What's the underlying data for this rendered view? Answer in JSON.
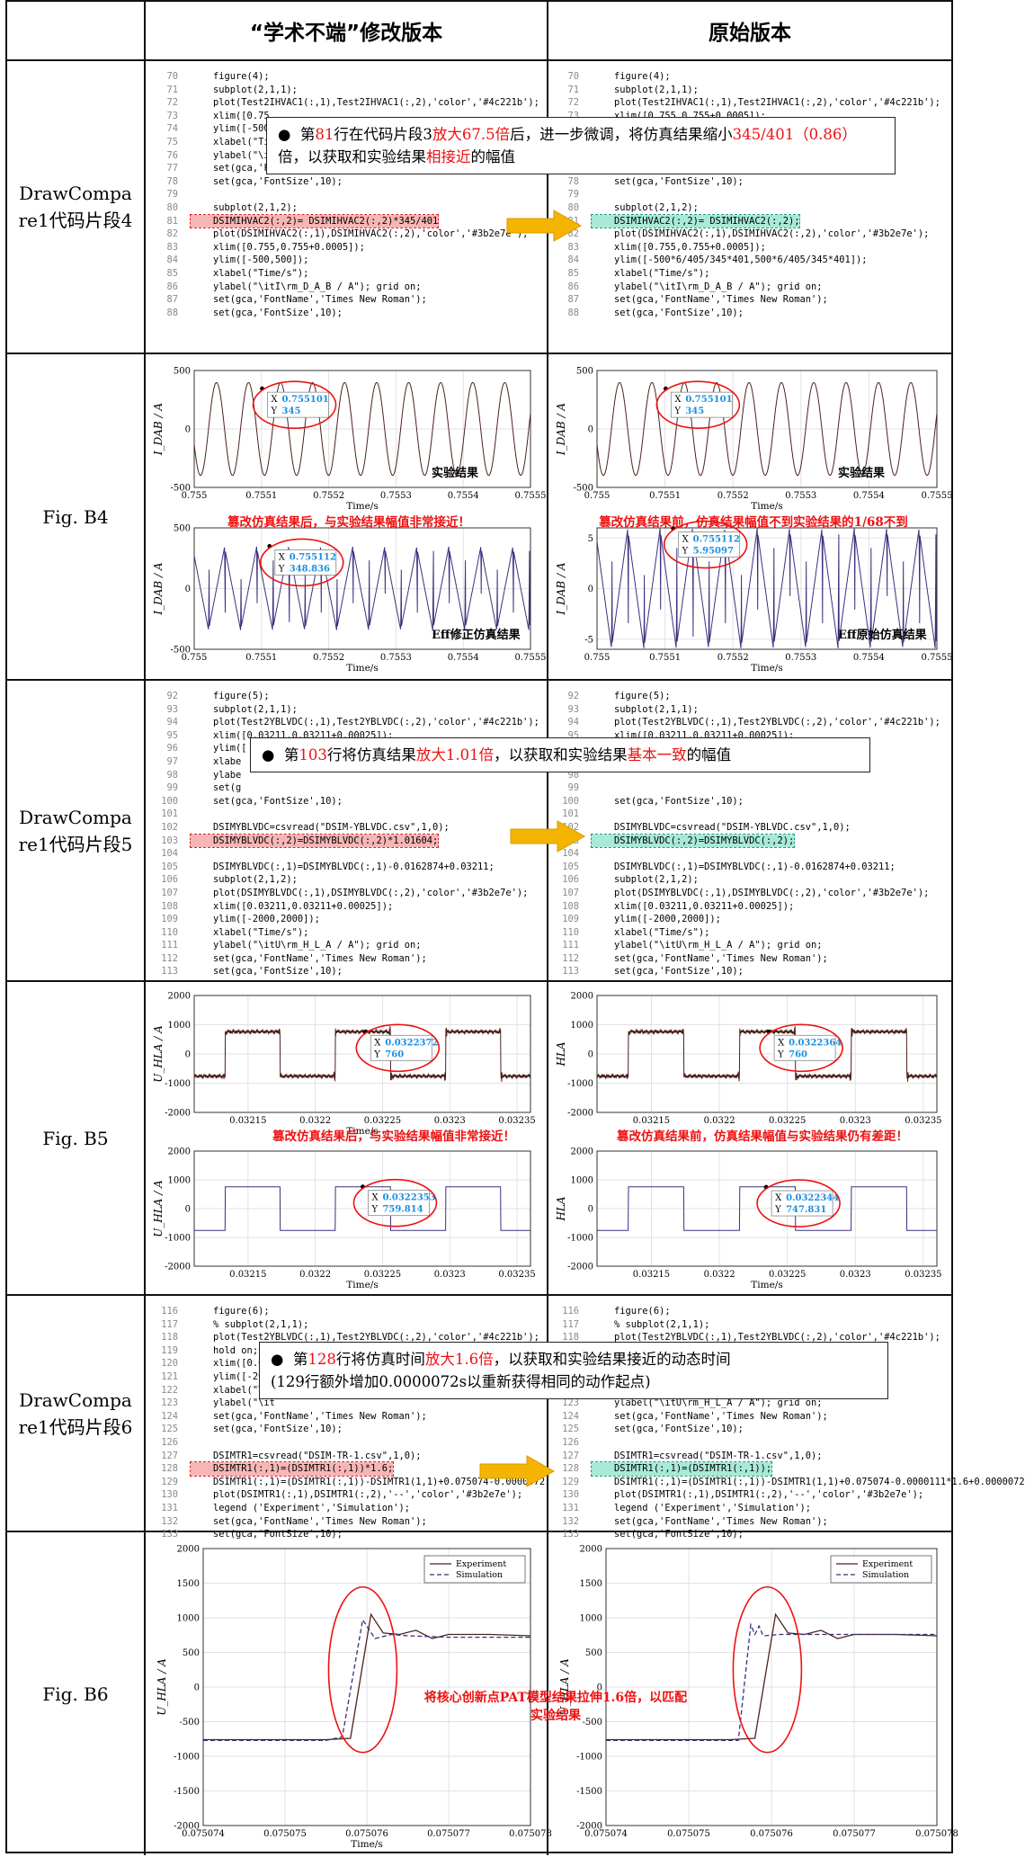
{
  "headers": {
    "modified": "“学术不端”修改版本",
    "original": "原始版本"
  },
  "rows": [
    {
      "label": "DrawCompare1代码片段4"
    },
    {
      "label": "Fig. B4"
    },
    {
      "label": "DrawCompare1代码片段5"
    },
    {
      "label": "Fig. B5"
    },
    {
      "label": "DrawCompare1代码片段6"
    },
    {
      "label": "Fig. B6"
    }
  ],
  "code4": {
    "left": [
      {
        "n": "70",
        "t": "    figure(4);"
      },
      {
        "n": "71",
        "t": "    subplot(2,1,1);"
      },
      {
        "n": "72",
        "t": "    plot(Test2IHVAC1(:,1),Test2IHVAC1(:,2),'color','#4c221b');"
      },
      {
        "n": "73",
        "t": "    xlim([0.75"
      },
      {
        "n": "74",
        "t": "    ylim([-500"
      },
      {
        "n": "75",
        "t": "    xlabel(\"Tim"
      },
      {
        "n": "76",
        "t": "    ylabel(\"\\i"
      },
      {
        "n": "77",
        "t": "    set(gca,'F"
      },
      {
        "n": "78",
        "t": "    set(gca,'FontSize',10);"
      },
      {
        "n": "79",
        "t": ""
      },
      {
        "n": "80",
        "t": "    subplot(2,1,2);"
      },
      {
        "n": "81",
        "t": "    DSIMIHVAC2(:,2)= DSIMIHVAC2(:,2)*345/401",
        "hl": "r"
      },
      {
        "n": "82",
        "t": "    plot(DSIMIHVAC2(:,1),DSIMIHVAC2(:,2),'color','#3b2e7e');"
      },
      {
        "n": "83",
        "t": "    xlim([0.755,0.755+0.0005]);"
      },
      {
        "n": "84",
        "t": "    ylim([-500,500]);"
      },
      {
        "n": "85",
        "t": "    xlabel(\"Time/s\");"
      },
      {
        "n": "86",
        "t": "    ylabel(\"\\itI\\rm_D_A_B / A\"); grid on;"
      },
      {
        "n": "87",
        "t": "    set(gca,'FontName','Times New Roman');"
      },
      {
        "n": "88",
        "t": "    set(gca,'FontSize',10);"
      }
    ],
    "right": [
      {
        "n": "70",
        "t": "    figure(4);"
      },
      {
        "n": "71",
        "t": "    subplot(2,1,1);"
      },
      {
        "n": "72",
        "t": "    plot(Test2IHVAC1(:,1),Test2IHVAC1(:,2),'color','#4c221b');"
      },
      {
        "n": "73",
        "t": "    xlim([0.755,0.755+0.0005]);"
      },
      {
        "n": "74",
        "t": ""
      },
      {
        "n": "75",
        "t": ""
      },
      {
        "n": "76",
        "t": ""
      },
      {
        "n": "77",
        "t": ""
      },
      {
        "n": "78",
        "t": "    set(gca,'FontSize',10);"
      },
      {
        "n": "79",
        "t": ""
      },
      {
        "n": "80",
        "t": "    subplot(2,1,2);"
      },
      {
        "n": "81",
        "t": "    DSIMIHVAC2(:,2)= DSIMIHVAC2(:,2);",
        "hl": "g"
      },
      {
        "n": "82",
        "t": "    plot(DSIMIHVAC2(:,1),DSIMIHVAC2(:,2),'color','#3b2e7e');"
      },
      {
        "n": "83",
        "t": "    xlim([0.755,0.755+0.0005]);"
      },
      {
        "n": "84",
        "t": "    ylim([-500*6/405/345*401,500*6/405/345*401]);"
      },
      {
        "n": "85",
        "t": "    xlabel(\"Time/s\");"
      },
      {
        "n": "86",
        "t": "    ylabel(\"\\itI\\rm_D_A_B / A\"); grid on;"
      },
      {
        "n": "87",
        "t": "    set(gca,'FontName','Times New Roman');"
      },
      {
        "n": "88",
        "t": "    set(gca,'FontSize',10);"
      }
    ],
    "callout": {
      "p1": "第",
      "n1": "81",
      "p2": "行在代码片段3",
      "r1": "放大67.5倍",
      "p3": "后，进一步微调，将仿真结果缩小",
      "r2": "345/401（0.86）",
      "p4": "倍，以获取和实验结果",
      "r3": "相接近",
      "p5": "的幅值"
    }
  },
  "code5": {
    "left": [
      {
        "n": "92",
        "t": "    figure(5);"
      },
      {
        "n": "93",
        "t": "    subplot(2,1,1);"
      },
      {
        "n": "94",
        "t": "    plot(Test2YBLVDC(:,1),Test2YBLVDC(:,2),'color','#4c221b');"
      },
      {
        "n": "95",
        "t": "    xlim([0.03211,0.03211+0.00025]);"
      },
      {
        "n": "96",
        "t": "    ylim(["
      },
      {
        "n": "97",
        "t": "    xlabe"
      },
      {
        "n": "98",
        "t": "    ylabe"
      },
      {
        "n": "99",
        "t": "    set(g"
      },
      {
        "n": "100",
        "t": "    set(gca,'FontSize',10);"
      },
      {
        "n": "101",
        "t": ""
      },
      {
        "n": "102",
        "t": "    DSIMYBLVDC=csvread(\"DSIM-YBLVDC.csv\",1,0);"
      },
      {
        "n": "103",
        "t": "    DSIMYBLVDC(:,2)=DSIMYBLVDC(:,2)*1.01604;",
        "hl": "r"
      },
      {
        "n": "104",
        "t": ""
      },
      {
        "n": "105",
        "t": "    DSIMYBLVDC(:,1)=DSIMYBLVDC(:,1)-0.0162874+0.03211;"
      },
      {
        "n": "106",
        "t": "    subplot(2,1,2);"
      },
      {
        "n": "107",
        "t": "    plot(DSIMYBLVDC(:,1),DSIMYBLVDC(:,2),'color','#3b2e7e');"
      },
      {
        "n": "108",
        "t": "    xlim([0.03211,0.03211+0.00025]);"
      },
      {
        "n": "109",
        "t": "    ylim([-2000,2000]);"
      },
      {
        "n": "110",
        "t": "    xlabel(\"Time/s\");"
      },
      {
        "n": "111",
        "t": "    ylabel(\"\\itU\\rm_H_L_A / A\"); grid on;"
      },
      {
        "n": "112",
        "t": "    set(gca,'FontName','Times New Roman');"
      },
      {
        "n": "113",
        "t": "    set(gca,'FontSize',10);"
      }
    ],
    "right": [
      {
        "n": "92",
        "t": "    figure(5);"
      },
      {
        "n": "93",
        "t": "    subplot(2,1,1);"
      },
      {
        "n": "94",
        "t": "    plot(Test2YBLVDC(:,1),Test2YBLVDC(:,2),'color','#4c221b');"
      },
      {
        "n": "95",
        "t": "    xlim([0.03211,0.03211+0.00025]);"
      },
      {
        "n": "96",
        "t": ""
      },
      {
        "n": "97",
        "t": ""
      },
      {
        "n": "98",
        "t": ""
      },
      {
        "n": "99",
        "t": ""
      },
      {
        "n": "100",
        "t": "    set(gca,'FontSize',10);"
      },
      {
        "n": "101",
        "t": ""
      },
      {
        "n": "102",
        "t": "    DSIMYBLVDC=csvread(\"DSIM-YBLVDC.csv\",1,0);"
      },
      {
        "n": "103",
        "t": "    DSIMYBLVDC(:,2)=DSIMYBLVDC(:,2);",
        "hl": "g"
      },
      {
        "n": "104",
        "t": ""
      },
      {
        "n": "105",
        "t": "    DSIMYBLVDC(:,1)=DSIMYBLVDC(:,1)-0.0162874+0.03211;"
      },
      {
        "n": "106",
        "t": "    subplot(2,1,2);"
      },
      {
        "n": "107",
        "t": "    plot(DSIMYBLVDC(:,1),DSIMYBLVDC(:,2),'color','#3b2e7e');"
      },
      {
        "n": "108",
        "t": "    xlim([0.03211,0.03211+0.00025]);"
      },
      {
        "n": "109",
        "t": "    ylim([-2000,2000]);"
      },
      {
        "n": "110",
        "t": "    xlabel(\"Time/s\");"
      },
      {
        "n": "111",
        "t": "    ylabel(\"\\itU\\rm_H_L_A / A\"); grid on;"
      },
      {
        "n": "112",
        "t": "    set(gca,'FontName','Times New Roman');"
      },
      {
        "n": "113",
        "t": "    set(gca,'FontSize',10);"
      }
    ],
    "callout": {
      "p1": "第",
      "n1": "103",
      "p2": "行将仿真结果",
      "r1": "放大1.01倍",
      "p3": "，以获取和实验结果",
      "r2": "基本一致",
      "p4": "的幅值"
    }
  },
  "code6": {
    "left": [
      {
        "n": "116",
        "t": "    figure(6);"
      },
      {
        "n": "117",
        "t": "    % subplot(2,1,1);"
      },
      {
        "n": "118",
        "t": "    plot(Test2YBLVDC(:,1),Test2YBLVDC(:,2),'color','#4c221b');"
      },
      {
        "n": "119",
        "t": "    hold on;"
      },
      {
        "n": "120",
        "t": "    xlim([0.07"
      },
      {
        "n": "121",
        "t": "    ylim([-200"
      },
      {
        "n": "122",
        "t": "    xlabel(\"Ti"
      },
      {
        "n": "123",
        "t": "    ylabel(\"\\it"
      },
      {
        "n": "124",
        "t": "    set(gca,'FontName','Times New Roman');"
      },
      {
        "n": "125",
        "t": "    set(gca,'FontSize',10);"
      },
      {
        "n": "126",
        "t": ""
      },
      {
        "n": "127",
        "t": "    DSIMTR1=csvread(\"DSIM-TR-1.csv\",1,0);"
      },
      {
        "n": "128",
        "t": "    DSIMTR1(:,1)=(DSIMTR1(:,1))*1.6;",
        "hl": "r"
      },
      {
        "n": "129",
        "t": "    DSIMTR1(:,1)=(DSIMTR1(:,1))-DSIMTR1(1,1)+0.075074-0.0000072;"
      },
      {
        "n": "130",
        "t": "    plot(DSIMTR1(:,1),DSIMTR1(:,2),'--','color','#3b2e7e');"
      },
      {
        "n": "131",
        "t": "    legend ('Experiment','Simulation');"
      },
      {
        "n": "132",
        "t": "    set(gca,'FontName','Times New Roman');"
      },
      {
        "n": "133",
        "t": "    set(gca,'FontSize',10);"
      }
    ],
    "right": [
      {
        "n": "116",
        "t": "    figure(6);"
      },
      {
        "n": "117",
        "t": "    % subplot(2,1,1);"
      },
      {
        "n": "118",
        "t": "    plot(Test2YBLVDC(:,1),Test2YBLVDC(:,2),'color','#4c221b');"
      },
      {
        "n": "119",
        "t": ""
      },
      {
        "n": "120",
        "t": ""
      },
      {
        "n": "121",
        "t": ""
      },
      {
        "n": "122",
        "t": ""
      },
      {
        "n": "123",
        "t": "    ylabel(\"\\itU\\rm_H_L_A / A\"); grid on;"
      },
      {
        "n": "124",
        "t": "    set(gca,'FontName','Times New Roman');"
      },
      {
        "n": "125",
        "t": "    set(gca,'FontSize',10);"
      },
      {
        "n": "126",
        "t": ""
      },
      {
        "n": "127",
        "t": "    DSIMTR1=csvread(\"DSIM-TR-1.csv\",1,0);"
      },
      {
        "n": "128",
        "t": "    DSIMTR1(:,1)=(DSIMTR1(:,1));",
        "hl": "g"
      },
      {
        "n": "129",
        "t": "    DSIMTR1(:,1)=(DSIMTR1(:,1))-DSIMTR1(1,1)+0.075074-0.0000111*1.6+0.0000072"
      },
      {
        "n": "130",
        "t": "    plot(DSIMTR1(:,1),DSIMTR1(:,2),'--','color','#3b2e7e');"
      },
      {
        "n": "131",
        "t": "    legend ('Experiment','Simulation');"
      },
      {
        "n": "132",
        "t": "    set(gca,'FontName','Times New Roman');"
      },
      {
        "n": "133",
        "t": "    set(gca,'FontSize',10);"
      }
    ],
    "callout": {
      "p1": "第",
      "n1": "128",
      "p2": "行将仿真时间",
      "r1": "放大1.6倍",
      "p3": "，以获取和实验结果接近的动态时间",
      "line2": "(129行额外增加0.0000072s以重新获得相同的动作起点)"
    }
  },
  "chart_data": [
    {
      "id": "b4-l-top",
      "type": "line",
      "xlim": [
        0.755,
        0.7555
      ],
      "ylim": [
        -500,
        500
      ],
      "xticks": [
        "0.755",
        "0.7551",
        "0.7552",
        "0.7553",
        "0.7554",
        "0.7555"
      ],
      "yticks": [
        "500",
        "0",
        "-500"
      ],
      "ylabel": "I_DAB / A",
      "xlabel": "Time/s",
      "color": "#4c221b",
      "annotation": "实验结果",
      "datatip": {
        "x": 0.755101,
        "y": 345,
        "xs": "0.755101",
        "ys": "345"
      }
    },
    {
      "id": "b4-l-bot",
      "type": "line",
      "xlim": [
        0.755,
        0.7555
      ],
      "ylim": [
        -500,
        500
      ],
      "xticks": [
        "0.755",
        "0.7551",
        "0.7552",
        "0.7553",
        "0.7554",
        "0.7555"
      ],
      "yticks": [
        "500",
        "0",
        "-500"
      ],
      "ylabel": "I_DAB / A",
      "xlabel": "Time/s",
      "color": "#3b2e7e",
      "annotation": "Eff修正仿真结果",
      "datatip": {
        "x": 0.755112,
        "y": 348.836,
        "xs": "0.755112",
        "ys": "348.836"
      }
    },
    {
      "id": "b4-r-top",
      "type": "line",
      "xlim": [
        0.755,
        0.7555
      ],
      "ylim": [
        -500,
        500
      ],
      "xticks": [
        "0.755",
        "0.7551",
        "0.7552",
        "0.7553",
        "0.7554",
        "0.7555"
      ],
      "yticks": [
        "500",
        "0",
        "-500"
      ],
      "ylabel": "I_DAB / A",
      "xlabel": "Time/s",
      "color": "#4c221b",
      "annotation": "实验结果",
      "datatip": {
        "x": 0.755101,
        "y": 345,
        "xs": "0.755101",
        "ys": "345"
      }
    },
    {
      "id": "b4-r-bot",
      "type": "line",
      "xlim": [
        0.755,
        0.7555
      ],
      "ylim": [
        -6,
        6
      ],
      "xticks": [
        "0.755",
        "0.7551",
        "0.7552",
        "0.7553",
        "0.7554",
        "0.7555"
      ],
      "yticks": [
        "5",
        "0",
        "-5"
      ],
      "ylabel": "I_DAB / A",
      "xlabel": "Time/s",
      "color": "#3b2e7e",
      "annotation": "Eff原始仿真结果",
      "datatip": {
        "x": 0.755112,
        "y": 5.95097,
        "xs": "0.755112",
        "ys": "5.95097"
      }
    },
    {
      "id": "b5-l-top",
      "type": "line",
      "xlim": [
        0.03211,
        0.03236
      ],
      "ylim": [
        -2000,
        2000
      ],
      "xticks": [
        "0.03215",
        "0.0322",
        "0.03225",
        "0.0323",
        "0.03235"
      ],
      "yticks": [
        "2000",
        "1000",
        "0",
        "-1000",
        "-2000"
      ],
      "ylabel": "U_HLA / A",
      "xlabel": "Time/s",
      "color": "#4c221b",
      "datatip": {
        "x": 0.0322372,
        "y": 760,
        "xs": "0.0322372",
        "ys": "760"
      }
    },
    {
      "id": "b5-l-bot",
      "type": "line",
      "xlim": [
        0.03211,
        0.03236
      ],
      "ylim": [
        -2000,
        2000
      ],
      "xticks": [
        "0.03215",
        "0.0322",
        "0.03225",
        "0.0323",
        "0.03235"
      ],
      "yticks": [
        "2000",
        "1000",
        "0",
        "-1000",
        "-2000"
      ],
      "ylabel": "U_HLA / A",
      "xlabel": "Time/s",
      "color": "#3b2e7e",
      "datatip": {
        "x": 0.0322353,
        "y": 759.814,
        "xs": "0.0322353",
        "ys": "759.814"
      }
    },
    {
      "id": "b5-r-top",
      "type": "line",
      "xlim": [
        0.03211,
        0.03236
      ],
      "ylim": [
        -2000,
        2000
      ],
      "xticks": [
        "0.03215",
        "0.0322",
        "0.03225",
        "0.0323",
        "0.03235"
      ],
      "yticks": [
        "2000",
        "1000",
        "0",
        "-1000",
        "-2000"
      ],
      "ylabel": "HLA",
      "xlabel": "",
      "color": "#4c221b",
      "datatip": {
        "x": 0.0322364,
        "y": 760,
        "xs": "0.0322364",
        "ys": "760"
      }
    },
    {
      "id": "b5-r-bot",
      "type": "line",
      "xlim": [
        0.03211,
        0.03236
      ],
      "ylim": [
        -2000,
        2000
      ],
      "xticks": [
        "0.03215",
        "0.0322",
        "0.03225",
        "0.0323",
        "0.03235"
      ],
      "yticks": [
        "2000",
        "1000",
        "0",
        "-1000",
        "-2000"
      ],
      "ylabel": "HLA",
      "xlabel": "Time/s",
      "color": "#3b2e7e",
      "datatip": {
        "x": 0.0322344,
        "y": 747.831,
        "xs": "0.0322344",
        "ys": "747.831"
      }
    },
    {
      "id": "b6-l",
      "type": "line",
      "xlim": [
        0.075074,
        0.075078
      ],
      "ylim": [
        -2000,
        2000
      ],
      "xticks": [
        "0.075074",
        "0.075075",
        "0.075076",
        "0.075077",
        "0.075078"
      ],
      "yticks": [
        "2000",
        "1500",
        "1000",
        "500",
        "0",
        "-500",
        "-1000",
        "-1500",
        "-2000"
      ],
      "ylabel": "U_HLA / A",
      "xlabel": "Time/s",
      "legend": [
        "Experiment",
        "Simulation"
      ],
      "series": [
        {
          "name": "Experiment",
          "style": "solid",
          "color": "#4c221b",
          "x": [
            0.075074,
            0.0750755,
            0.0750758,
            0.07507605,
            0.0750762,
            0.0750764,
            0.0750766,
            0.0750768,
            0.075077,
            0.0750775,
            0.075078
          ],
          "y": [
            -760,
            -760,
            -740,
            1050,
            780,
            760,
            820,
            700,
            760,
            760,
            740
          ]
        },
        {
          "name": "Simulation",
          "style": "dashed",
          "color": "#3b2e7e",
          "x": [
            0.075074,
            0.0750755,
            0.0750757,
            0.07507595,
            0.0750761,
            0.0750763,
            0.0750765,
            0.075077,
            0.075078
          ],
          "y": [
            -770,
            -770,
            -720,
            970,
            700,
            760,
            740,
            720,
            720
          ]
        }
      ]
    },
    {
      "id": "b6-r",
      "type": "line",
      "xlim": [
        0.075074,
        0.075078
      ],
      "ylim": [
        -2000,
        2000
      ],
      "xticks": [
        "0.075074",
        "0.075075",
        "0.075076",
        "0.075077",
        "0.075078"
      ],
      "yticks": [
        "2000",
        "1500",
        "1000",
        "500",
        "0",
        "-500",
        "-1000",
        "-1500",
        "-2000"
      ],
      "ylabel": "U_HLA / A",
      "xlabel": "",
      "legend": [
        "Experiment",
        "Simulation"
      ],
      "series": [
        {
          "name": "Experiment",
          "style": "solid",
          "color": "#4c221b",
          "x": [
            0.075074,
            0.0750755,
            0.0750758,
            0.07507605,
            0.0750762,
            0.0750764,
            0.0750766,
            0.0750768,
            0.075077,
            0.0750775,
            0.075078
          ],
          "y": [
            -760,
            -760,
            -740,
            1050,
            780,
            760,
            820,
            700,
            760,
            760,
            740
          ]
        },
        {
          "name": "Simulation",
          "style": "dashed",
          "color": "#3b2e7e",
          "x": [
            0.075074,
            0.0750756,
            0.07507575,
            0.0750758,
            0.07507585,
            0.0750759,
            0.0750761,
            0.0750765,
            0.075078
          ],
          "y": [
            -770,
            -770,
            900,
            760,
            880,
            740,
            760,
            760,
            760
          ]
        }
      ]
    }
  ],
  "notes": {
    "b4l": "篡改仿真结果后，与实验结果幅值非常接近！",
    "b4r": "篡改仿真结果前，仿真结果幅值不到实验结果的1/68不到",
    "b5l": "篡改仿真结果后，与实验结果幅值非常接近！",
    "b5r": "篡改仿真结果前，仿真结果幅值与实验结果仍有差距！",
    "b6_line1": "将核心创新点PAT模型结果拉伸1.6倍，以匹配",
    "b6_line2": "实验结果"
  },
  "colors": {
    "exp": "#4c221b",
    "sim": "#3b2e7e",
    "red": "#e11111",
    "tip": "#1a8fe0",
    "arrow": "#f5b400"
  }
}
